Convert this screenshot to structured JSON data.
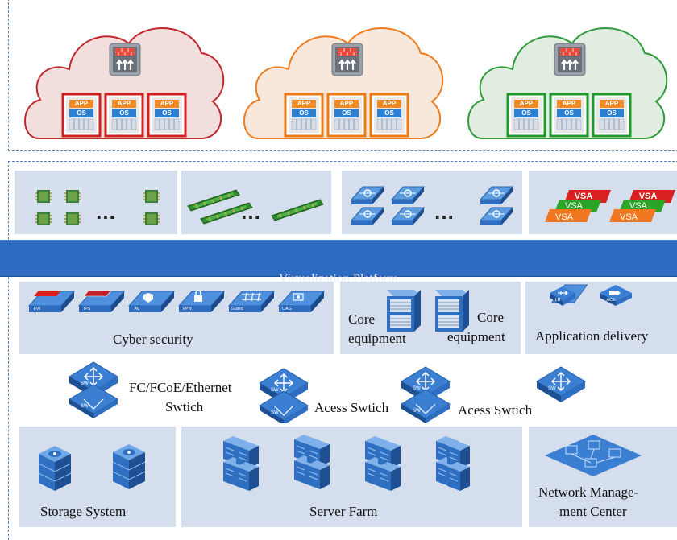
{
  "cloud_layer": {
    "clouds": [
      {
        "name": "cloud-red",
        "border": "#c0272d",
        "fill": "#f3dede",
        "vm_border": "#d0201f"
      },
      {
        "name": "cloud-orange",
        "border": "#ee7c1c",
        "fill": "#f8e8dc",
        "vm_border": "#f07a12"
      },
      {
        "name": "cloud-green",
        "border": "#2f9a3a",
        "fill": "#e0ede0",
        "vm_border": "#1f9a2c"
      }
    ],
    "vm_app_label": "APP",
    "vm_os_label": "OS"
  },
  "resource_pools": {
    "ellipsis": "…",
    "vsa_label": "VSA"
  },
  "platform": {
    "label": "Virtualization Platform",
    "color": "#2e6bc2"
  },
  "services": {
    "cyber_security": {
      "label": "Cyber security",
      "devices": [
        "FW",
        "IPS",
        "AV",
        "VPN",
        "Guard",
        "UAG"
      ]
    },
    "core": {
      "left_label_1": "Core",
      "left_label_2": "equipment",
      "right_label_1": "Core",
      "right_label_2": "equipment"
    },
    "app_delivery": {
      "label": "Application delivery",
      "devices": [
        "LB",
        "ACE"
      ]
    }
  },
  "switches": {
    "fc_label_1": "FC/FCoE/Ethernet",
    "fc_label_2": "Swtich",
    "access_label_1": "Acess Swtich",
    "access_label_2": "Acess Swtich",
    "sw_label": "SW"
  },
  "bottom": {
    "storage_label": "Storage System",
    "server_label": "Server Farm",
    "nmc_label_1": "Network Manage-",
    "nmc_label_2": "ment Center"
  },
  "colors": {
    "panel": "#d5deec",
    "dash": "#5b84c4",
    "icon_blue": "#3b7fd3"
  }
}
